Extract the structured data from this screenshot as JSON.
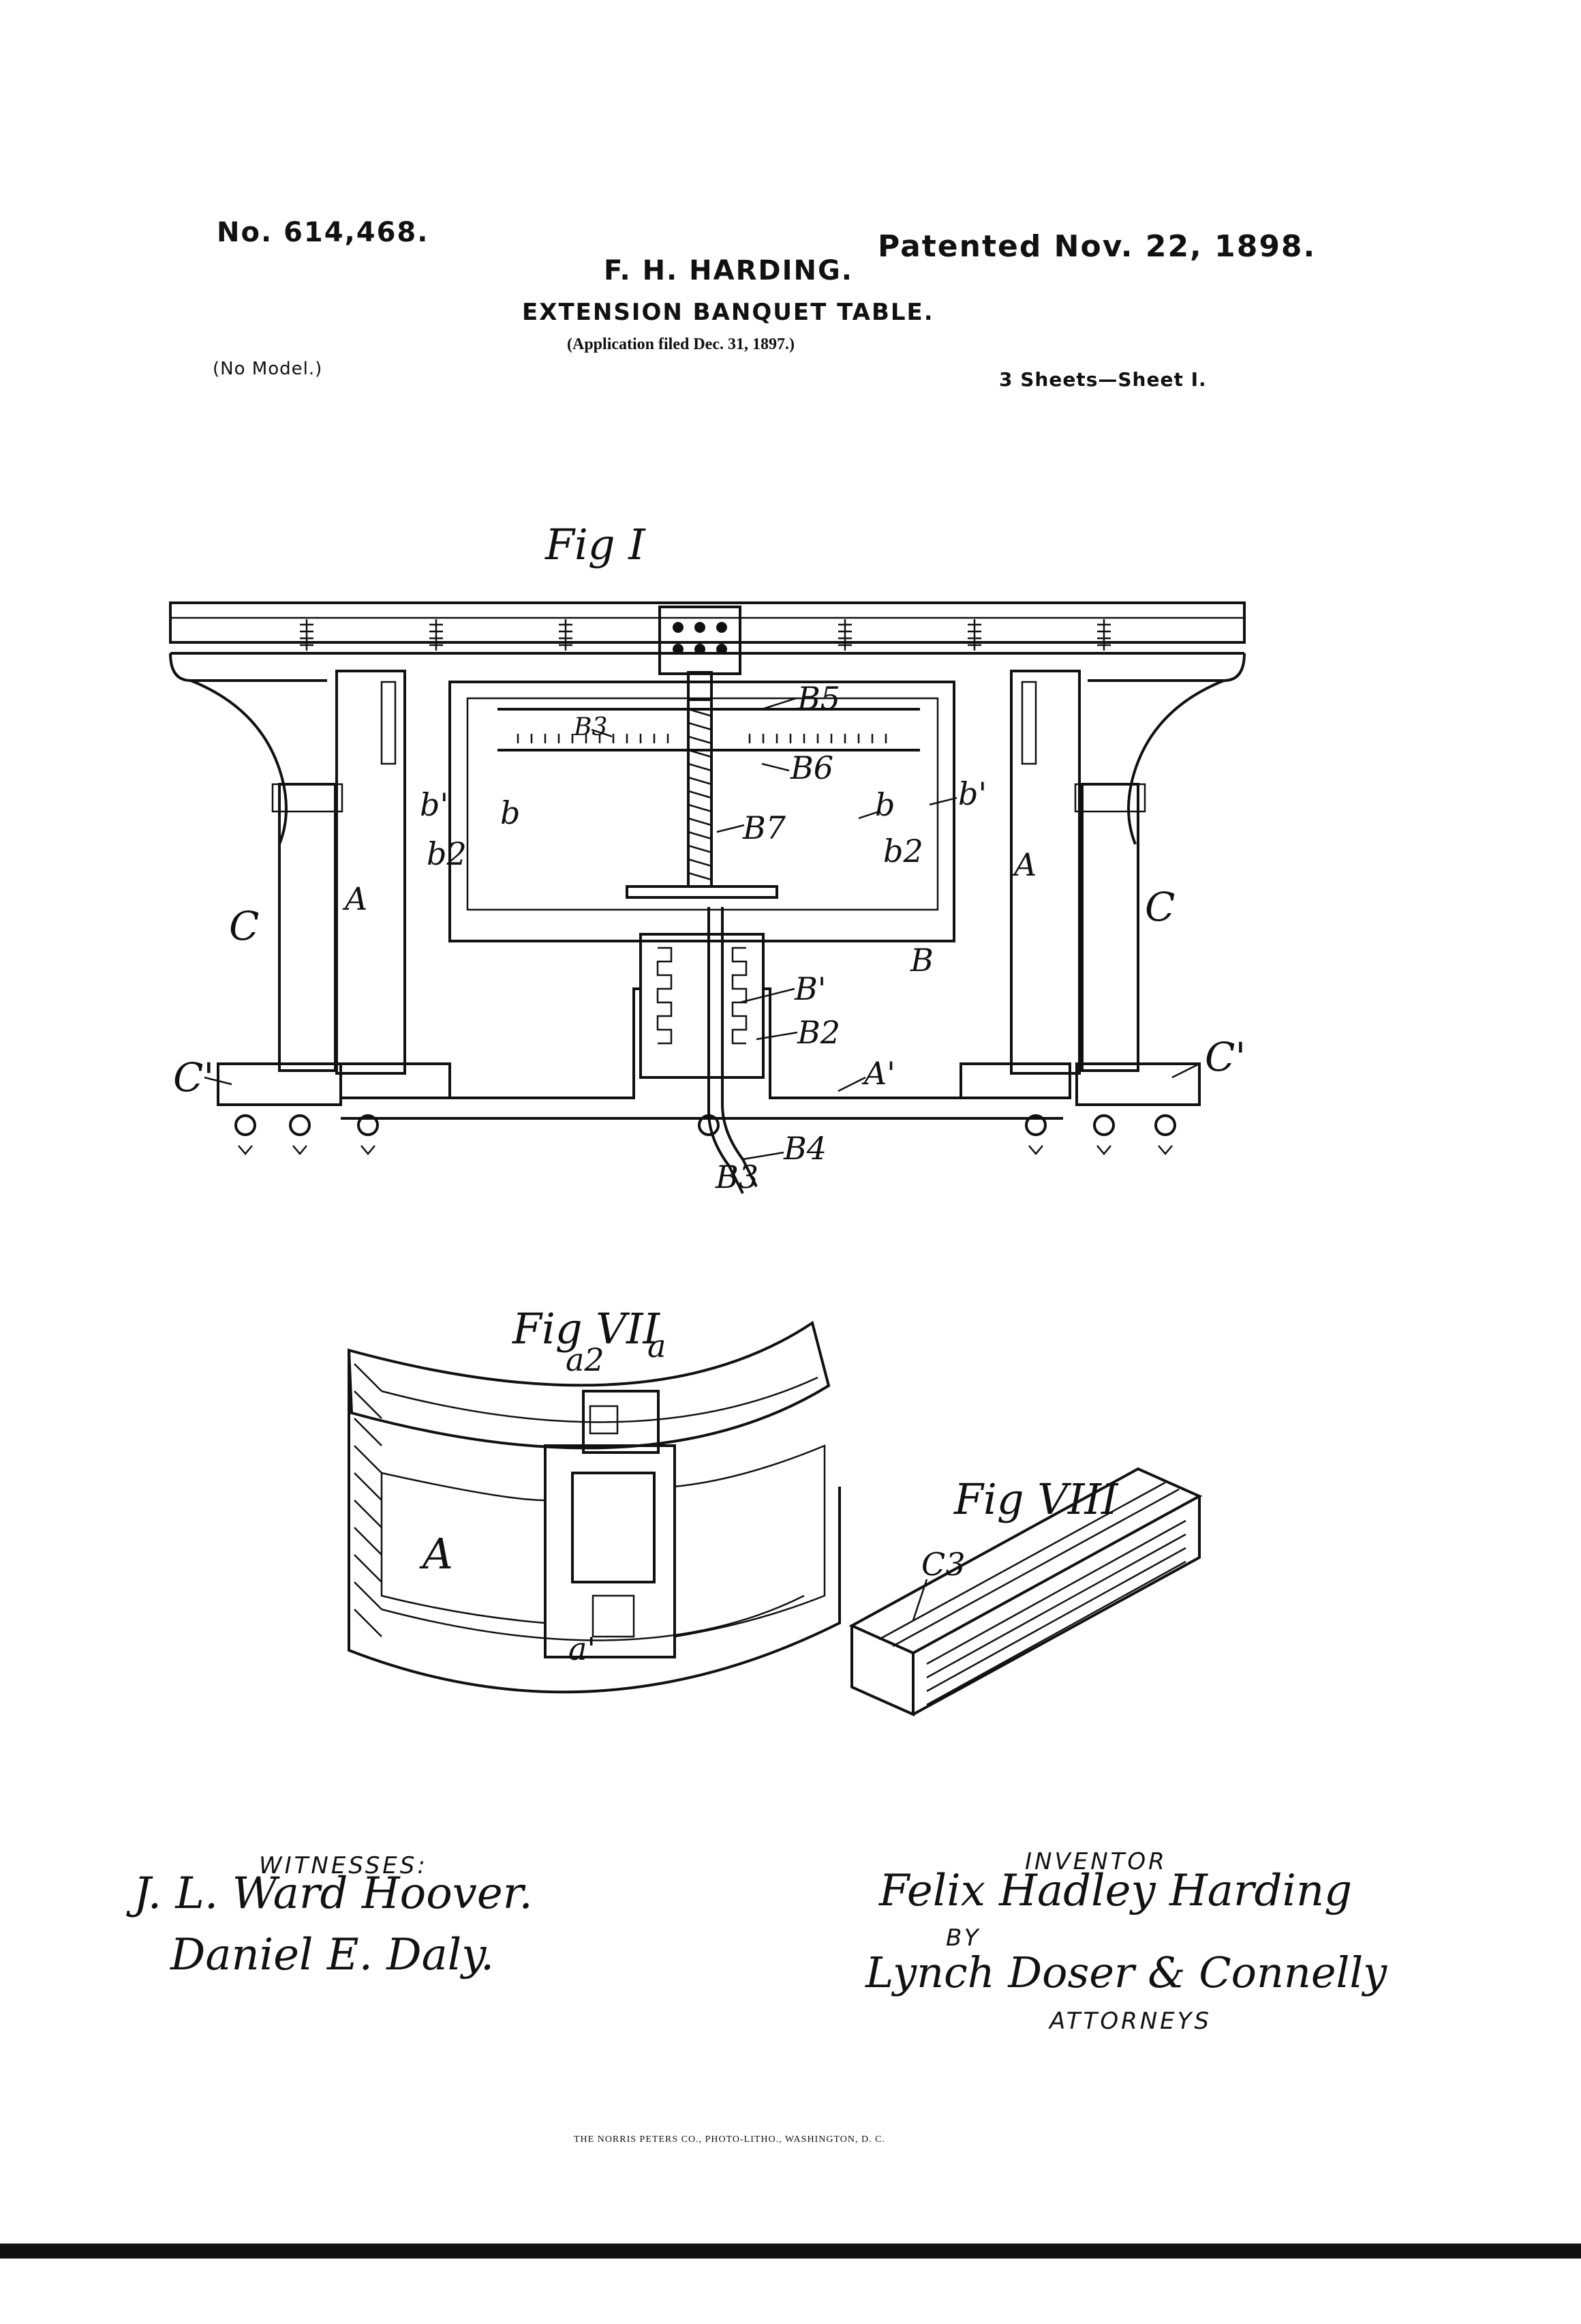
{
  "patent": {
    "number": "No. 614,468.",
    "date": "Patented Nov. 22, 1898.",
    "inventor_header": "F. H. HARDING.",
    "title": "EXTENSION BANQUET TABLE.",
    "application": "(Application filed Dec. 31, 1897.)",
    "model": "(No Model.)",
    "sheets": "3 Sheets—Sheet I."
  },
  "figures": {
    "fig1": "Fig I",
    "fig7": "Fig VII",
    "fig8": "Fig VIII"
  },
  "labels": {
    "fig1": [
      "B5",
      "B3",
      "B6",
      "b'",
      "b",
      "b2",
      "B7",
      "b",
      "b'",
      "b2",
      "A",
      "C",
      "A",
      "C",
      "B",
      "B'",
      "B2",
      "C'",
      "A'",
      "C'",
      "B3",
      "B4"
    ],
    "fig7": [
      "a2",
      "a",
      "A",
      "a'"
    ],
    "fig8": [
      "C3"
    ]
  },
  "signatures": {
    "witnesses_label": "WITNESSES:",
    "witness_1": "J. L. Ward Hoover.",
    "witness_2": "Daniel E. Daly.",
    "inventor_label": "INVENTOR",
    "inventor_name": "Felix Hadley Harding",
    "by_label": "BY",
    "attorneys_name": "Lynch Doser & Connelly",
    "attorneys_label": "ATTORNEYS"
  },
  "printer": "THE NORRIS PETERS CO., PHOTO-LITHO., WASHINGTON, D. C."
}
